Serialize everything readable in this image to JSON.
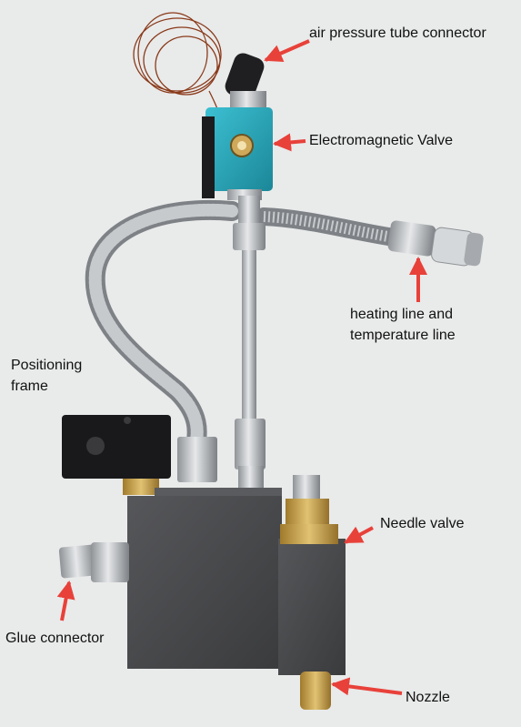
{
  "labels": {
    "air_pressure": "air pressure tube connector",
    "valve": "Electromagnetic Valve",
    "heating_1": "heating line and",
    "heating_2": "temperature line",
    "positioning_1": "Positioning",
    "positioning_2": "frame",
    "needle": "Needle valve",
    "glue": "Glue connector",
    "nozzle": "Nozzle"
  },
  "colors": {
    "background": "#e9eaea",
    "arrow": "#e8413a",
    "valve_body": "#2aa6b8",
    "block": "#4a4b4d",
    "brass": "#c9a24a",
    "steel": "#b9bcbf",
    "wire": "#8a3a1a"
  }
}
